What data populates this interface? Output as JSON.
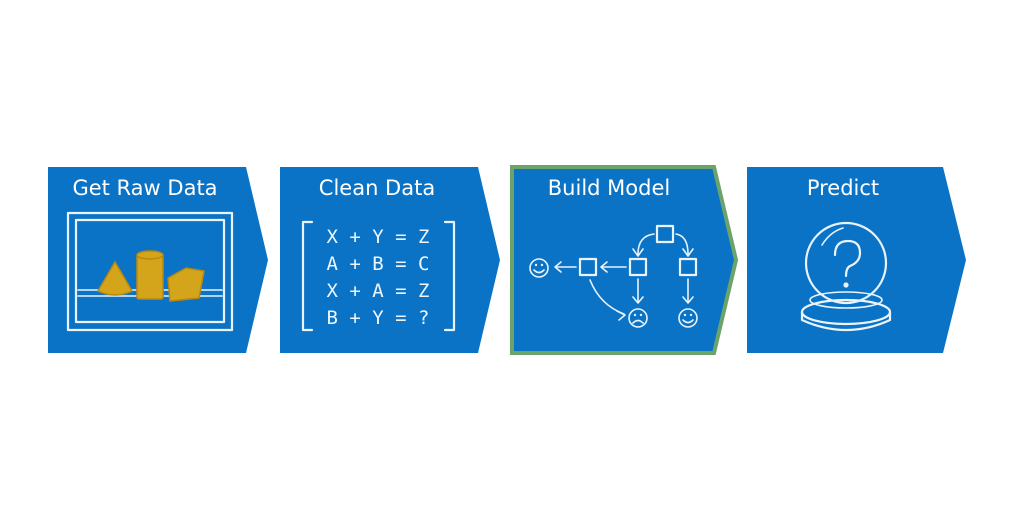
{
  "colors": {
    "step_fill": "#0a73c6",
    "highlight_border": "#6ba36a",
    "sketch_stroke": "#e9f3fb",
    "cylinder_gold": "#d4a51b"
  },
  "steps": [
    {
      "label": "Get Raw Data",
      "icon": "raw-data-chart-icon"
    },
    {
      "label": "Clean Data",
      "icon": "equation-matrix-icon",
      "matrix": [
        "X + Y = Z",
        "A + B = C",
        "X + A = Z",
        "B + Y = ?"
      ]
    },
    {
      "label": "Build Model",
      "icon": "model-flow-icon",
      "highlighted": true
    },
    {
      "label": "Predict",
      "icon": "crystal-ball-icon"
    }
  ]
}
